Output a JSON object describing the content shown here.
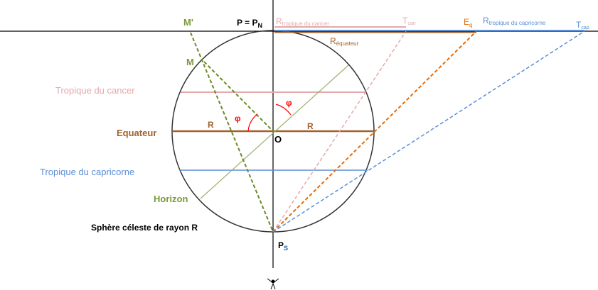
{
  "labels": {
    "m_prime": "M'",
    "m": "M",
    "p_north": "P = P",
    "p_north_sub": "N",
    "r_cancer": "R",
    "r_cancer_sub": "tropique du cancer",
    "t_can": "T",
    "t_can_sub": "can",
    "eq": "E",
    "eq_sub": "q",
    "r_capricorn": "R",
    "r_capricorn_sub": "tropique du capricorne",
    "t_cap": "T",
    "t_cap_sub": "cap",
    "r_equator": "R",
    "r_equator_sub": "équateur",
    "tropic_cancer": "Tropique du cancer",
    "equator": "Equateur",
    "tropic_capricorn": "Tropique du capricorne",
    "horizon": "Horizon",
    "sphere": "Sphère céleste de rayon R",
    "r_left": "R",
    "r_right": "R",
    "phi1": "φ",
    "phi2": "φ",
    "origin": "O",
    "p_south": "P",
    "p_south_sub": "S"
  },
  "colors": {
    "cancer": "#e3a9ab",
    "equator": "#a0622d",
    "equator_proj": "#e46c0a",
    "capricorn": "#5b8fd6",
    "horizon": "#9bb06a",
    "green_dash": "#6a8a2a",
    "angle": "#ff0000"
  }
}
